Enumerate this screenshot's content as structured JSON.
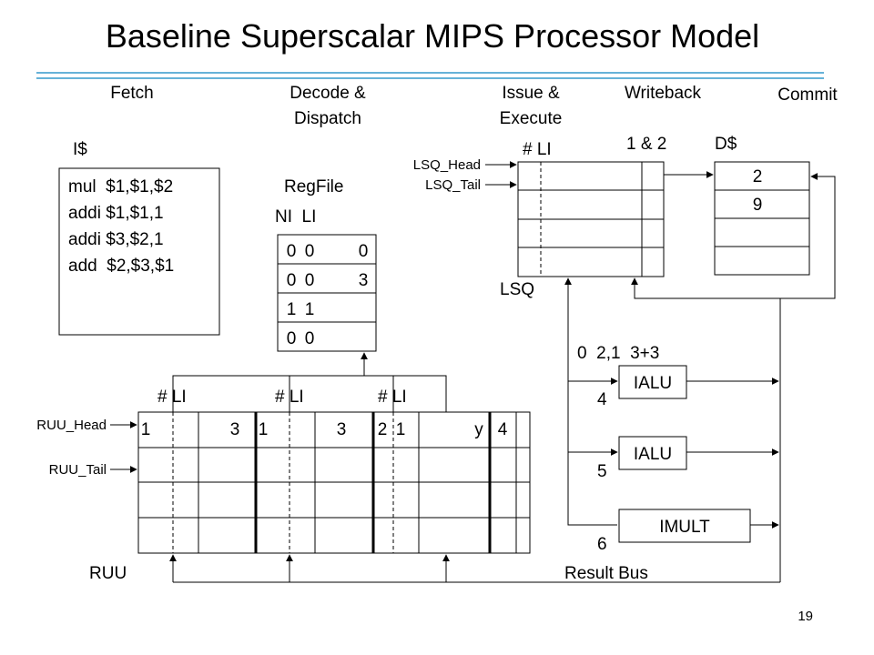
{
  "title": "Baseline Superscalar MIPS Processor Model",
  "colors": {
    "rule": "#3399cc"
  },
  "stages": {
    "fetch": "Fetch",
    "decode_1": "Decode &",
    "decode_2": "Dispatch",
    "issue_1": "Issue &",
    "issue_2": "Execute",
    "writeback": "Writeback",
    "commit": "Commit"
  },
  "icache": {
    "label": "I$",
    "instructions": [
      "mul  $1,$1,$2",
      "addi $1,$1,1",
      "addi $3,$2,1",
      "add  $2,$3,$1"
    ]
  },
  "regfile": {
    "label": "RegFile",
    "header": "NI  LI",
    "rows": [
      [
        "0",
        "0",
        "0"
      ],
      [
        "0",
        "0",
        "3"
      ],
      [
        "1",
        "1",
        ""
      ],
      [
        "0",
        "0",
        ""
      ]
    ]
  },
  "lsq": {
    "label": "LSQ",
    "head_label": "LSQ_Head",
    "tail_label": "LSQ_Tail",
    "li_label": "# LI"
  },
  "writeback_ports": "1 & 2",
  "dcache": {
    "label": "D$",
    "values": [
      "2",
      "9"
    ]
  },
  "ruu": {
    "label": "RUU",
    "head_label": "RUU_Head",
    "tail_label": "RUU_Tail",
    "li_labels": [
      "# LI",
      "# LI",
      "# LI"
    ],
    "row1": [
      "1",
      "3",
      "1",
      "3",
      "2",
      "1",
      "y",
      "4"
    ]
  },
  "units": {
    "ops_label": "0  2,1  3+3",
    "ialu1": "IALU",
    "ialu2": "IALU",
    "imult": "IMULT",
    "n4": "4",
    "n5": "5",
    "n6": "6"
  },
  "result_bus": "Result Bus",
  "page_number": "19"
}
